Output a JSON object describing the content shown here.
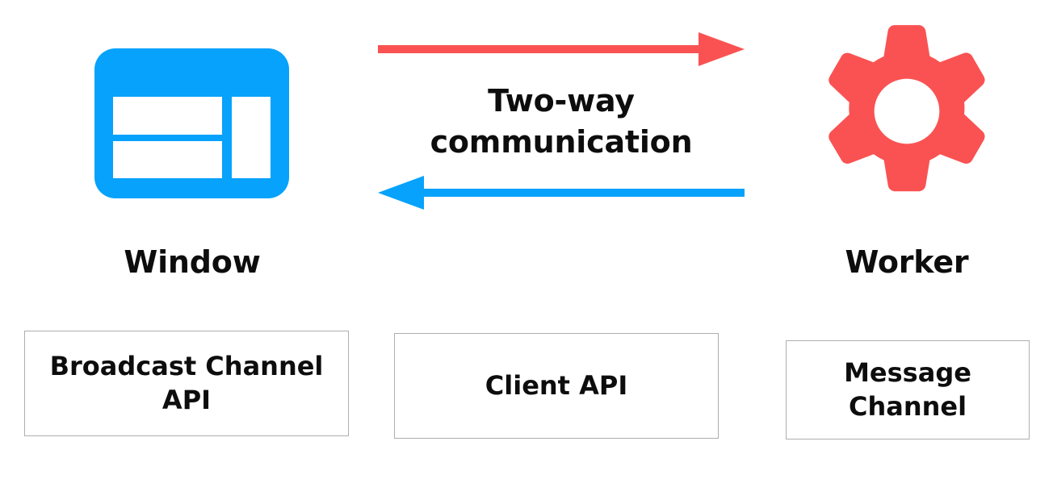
{
  "diagram": {
    "title": "Two-way communication between Window and Worker",
    "colors": {
      "window_blue": "#06A2FC",
      "worker_red": "#FA5252",
      "box_border": "#AEAEAE",
      "text": "#0D0D0D",
      "background": "#FFFFFF"
    },
    "nodes": [
      {
        "id": "window",
        "label": "Window",
        "icon": "browser-window-icon",
        "color": "#06A2FC"
      },
      {
        "id": "worker",
        "label": "Worker",
        "icon": "gear-icon",
        "color": "#FA5252"
      }
    ],
    "connection": {
      "caption_line_1": "Two-way",
      "caption_line_2": "communication",
      "arrows": [
        {
          "id": "window-to-worker",
          "direction": "right",
          "color": "#FA5252",
          "icon": "arrow-right-icon"
        },
        {
          "id": "worker-to-window",
          "direction": "left",
          "color": "#06A2FC",
          "icon": "arrow-left-icon"
        }
      ]
    },
    "api_boxes": [
      {
        "id": "broadcast-channel",
        "line_1": "Broadcast Channel",
        "line_2": "API"
      },
      {
        "id": "client",
        "line_1": "Client API",
        "line_2": ""
      },
      {
        "id": "message-channel",
        "line_1": "Message",
        "line_2": "Channel"
      }
    ]
  }
}
